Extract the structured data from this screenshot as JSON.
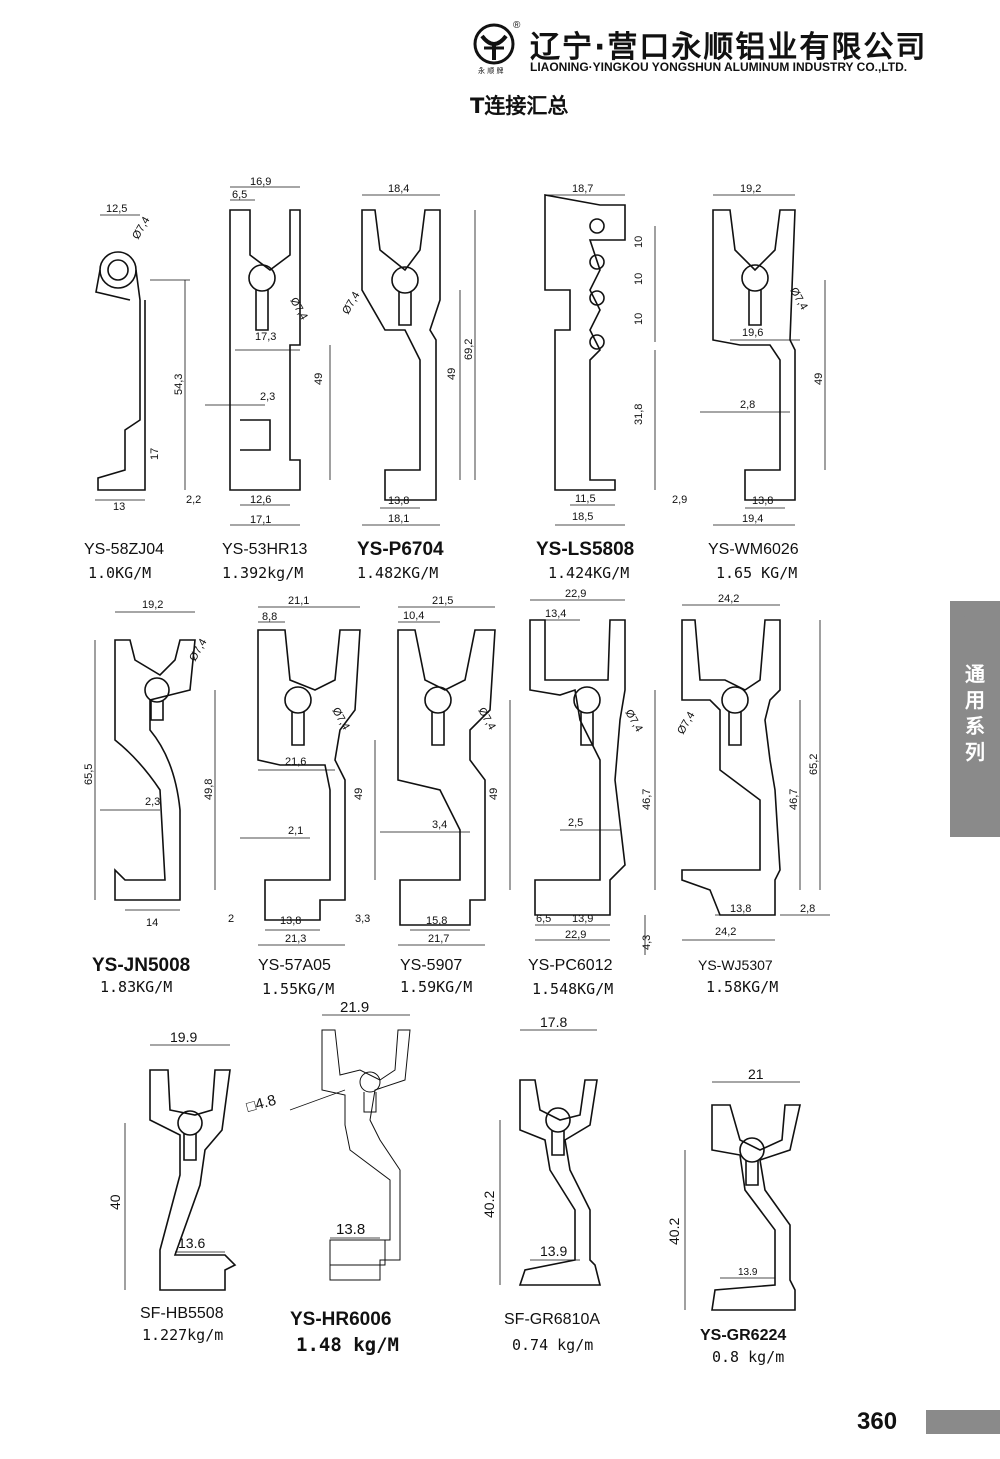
{
  "header": {
    "company_cn": "辽宁·营口永顺铝业有限公司",
    "company_en": "LIAONING·YINGKOU YONGSHUN ALUMINUM INDUSTRY CO.,LTD.",
    "brand_mark": "永 顺 牌",
    "registered": "®",
    "title": "T连接汇总"
  },
  "side_tab": {
    "chars": [
      "通",
      "用",
      "系",
      "列"
    ]
  },
  "page_number": "360",
  "profiles": [
    {
      "code": "YS-58ZJ04",
      "weight": "1.0KG/M"
    },
    {
      "code": "YS-53HR13",
      "weight": "1.392kg/M"
    },
    {
      "code": "YS-P6704",
      "weight": "1.482KG/M"
    },
    {
      "code": "YS-LS5808",
      "weight": "1.424KG/M"
    },
    {
      "code": "YS-WM6026",
      "weight": "1.65 KG/M"
    },
    {
      "code": "YS-JN5008",
      "weight": "1.83KG/M"
    },
    {
      "code": "YS-57A05",
      "weight": "1.55KG/M"
    },
    {
      "code": "YS-5907",
      "weight": "1.59KG/M"
    },
    {
      "code": "YS-PC6012",
      "weight": "1.548KG/M"
    },
    {
      "code": "YS-WJ5307",
      "weight": "1.58KG/M"
    },
    {
      "code": "SF-HB5508",
      "weight": "1.227kg/m"
    },
    {
      "code": "YS-HR6006",
      "weight": "1.48 kg/M"
    },
    {
      "code": "SF-GR6810A",
      "weight": "0.74 kg/m"
    },
    {
      "code": "YS-GR6224",
      "weight": "0.8  kg/m"
    }
  ],
  "dims": {
    "p1": [
      "12,5",
      "Ø7,4",
      "54,3",
      "17",
      "13"
    ],
    "p2": [
      "16,9",
      "6,5",
      "Ø7,4",
      "17,3",
      "49",
      "2,3",
      "2,2",
      "12,6",
      "17,1"
    ],
    "p3": [
      "18,4",
      "Ø7,4",
      "69,2",
      "49",
      "13,8",
      "18,1"
    ],
    "p4": [
      "18,7",
      "10",
      "10",
      "10",
      "31,8",
      "11,5",
      "18,5"
    ],
    "p5": [
      "19,2",
      "Ø7,4",
      "19,6",
      "49",
      "2,8",
      "2,9",
      "13,8",
      "19,4"
    ],
    "p6": [
      "19,2",
      "Ø7,4",
      "65,5",
      "49,8",
      "2,3",
      "14"
    ],
    "p7": [
      "21,1",
      "8,8",
      "Ø7,4",
      "21,6",
      "49",
      "2,1",
      "2",
      "13,8",
      "21,3"
    ],
    "p8": [
      "21,5",
      "10,4",
      "Ø7,4",
      "49",
      "3,4",
      "3,3",
      "15,8",
      "21,7"
    ],
    "p9": [
      "22,9",
      "13,4",
      "Ø7,4",
      "46,7",
      "2,5",
      "6,5",
      "13,9",
      "22,9",
      "4,3"
    ],
    "p10": [
      "24,2",
      "Ø7,4",
      "65,2",
      "46,7",
      "13,8",
      "24,2",
      "2,8"
    ],
    "p11": [
      "19.9",
      "40",
      "13.6"
    ],
    "p12": [
      "21.9",
      "□4.8",
      "13.8"
    ],
    "p13": [
      "17.8",
      "40.2",
      "13.9"
    ],
    "p14": [
      "21",
      "40.2",
      "13.9"
    ]
  }
}
